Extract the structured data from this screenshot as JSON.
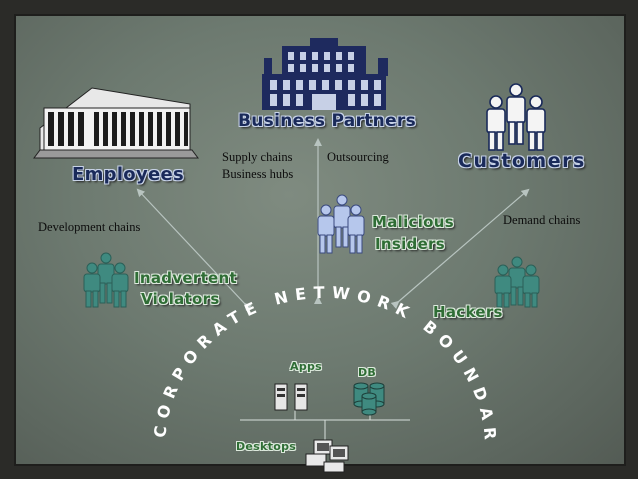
{
  "labels": {
    "business_partners": "Business Partners",
    "employees": "Employees",
    "customers": "Customers",
    "malicious_insiders_1": "Malicious",
    "malicious_insiders_2": "Insiders",
    "inadvertent_violators_1": "Inadvertent",
    "inadvertent_violators_2": "Violators",
    "hackers": "Hackers",
    "apps": "Apps",
    "db": "DB",
    "desktops": "Desktops"
  },
  "captions": {
    "supply_chains": "Supply chains",
    "outsourcing": "Outsourcing",
    "business_hubs": "Business hubs",
    "development_chains": "Development chains",
    "demand_chains": "Demand chains"
  },
  "boundary_text": "CORPORATE NETWORK BOUNDARY",
  "colors": {
    "navy": "#1a2a5a",
    "green": "#2f6d35",
    "arrow": "#b8c4c0"
  }
}
